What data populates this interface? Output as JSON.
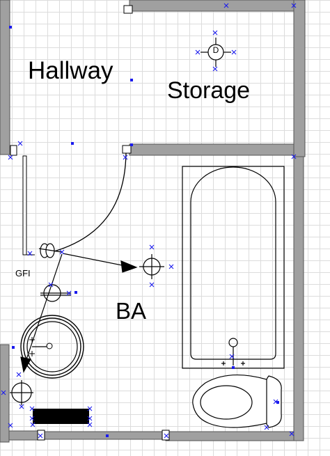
{
  "rooms": {
    "hallway": "Hallway",
    "storage": "Storage",
    "bathroom": "BA"
  },
  "fixtures": {
    "gfi_label": "GFI",
    "dryer_symbol": "D"
  },
  "colors": {
    "wall_fill": "#a0a0a0",
    "wall_stroke": "#555555",
    "grid": "#dcdcdc",
    "handle": "#1a1aee",
    "line": "#000000",
    "heater": "#000000"
  }
}
